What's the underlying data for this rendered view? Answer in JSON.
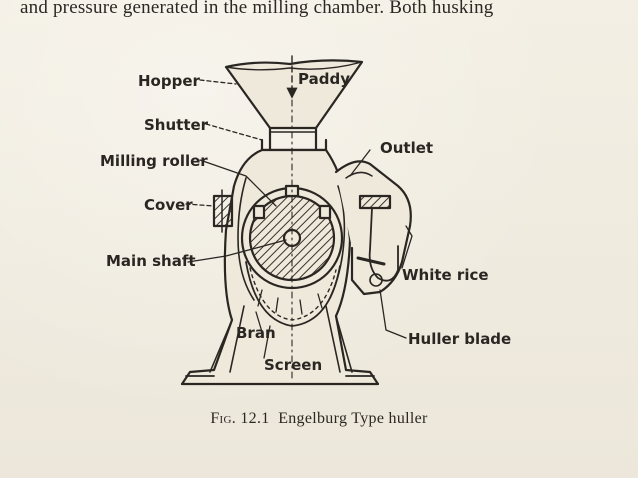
{
  "text": {
    "body_line": "and pressure generated in the milling chamber. Both husking"
  },
  "figure": {
    "labels": {
      "hopper": "Hopper",
      "paddy": "Paddy",
      "shutter": "Shutter",
      "outlet": "Outlet",
      "milling_roller": "Milling roller",
      "cover": "Cover",
      "main_shaft": "Main shaft",
      "white_rice": "White rice",
      "bran": "Bran",
      "huller_blade": "Huller blade",
      "screen": "Screen"
    }
  },
  "caption": {
    "fig_label": "Fig.",
    "number": "12.1",
    "title": "Engelburg Type huller"
  }
}
